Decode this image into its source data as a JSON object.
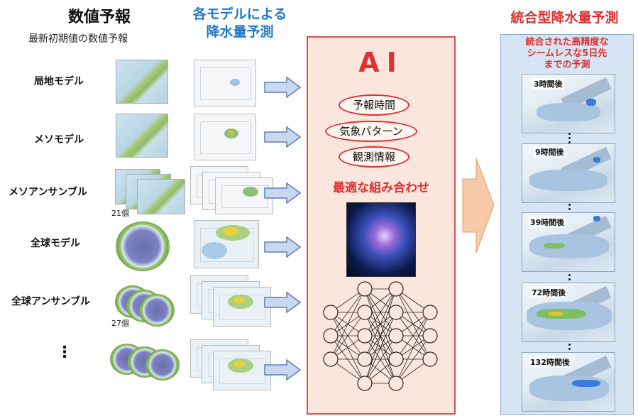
{
  "left_section": {
    "title": "数値予報",
    "subtitle": "最新初期値の数値予報"
  },
  "models_header": {
    "line1": "各モデルによる",
    "line2": "降水量予測"
  },
  "models": [
    {
      "label": "局地モデル"
    },
    {
      "label": "メソモデル"
    },
    {
      "label": "メソアンサンブル",
      "count": "21個"
    },
    {
      "label": "全球モデル"
    },
    {
      "label": "全球アンサンブル",
      "count": "27個"
    },
    {
      "label": "⋮"
    }
  ],
  "ai_panel": {
    "title": "AI",
    "factors": [
      "予報時間",
      "気象パターン",
      "観測情報"
    ],
    "combination": "最適な組み合わせ"
  },
  "right_section": {
    "title": "統合型降水量予測",
    "description_lines": [
      "統合された高精度な",
      "シームレスな5日先",
      "までの予測"
    ],
    "forecasts": [
      "3時間後",
      "9時間後",
      "39時間後",
      "72時間後",
      "132時間後"
    ]
  },
  "colors": {
    "accent_red": "#e03030",
    "accent_blue": "#1f78c8",
    "arrow_fill": "#c9d8f0",
    "arrow_stroke": "#5b7fb8",
    "big_arrow_fill": "#f6c9a8"
  }
}
